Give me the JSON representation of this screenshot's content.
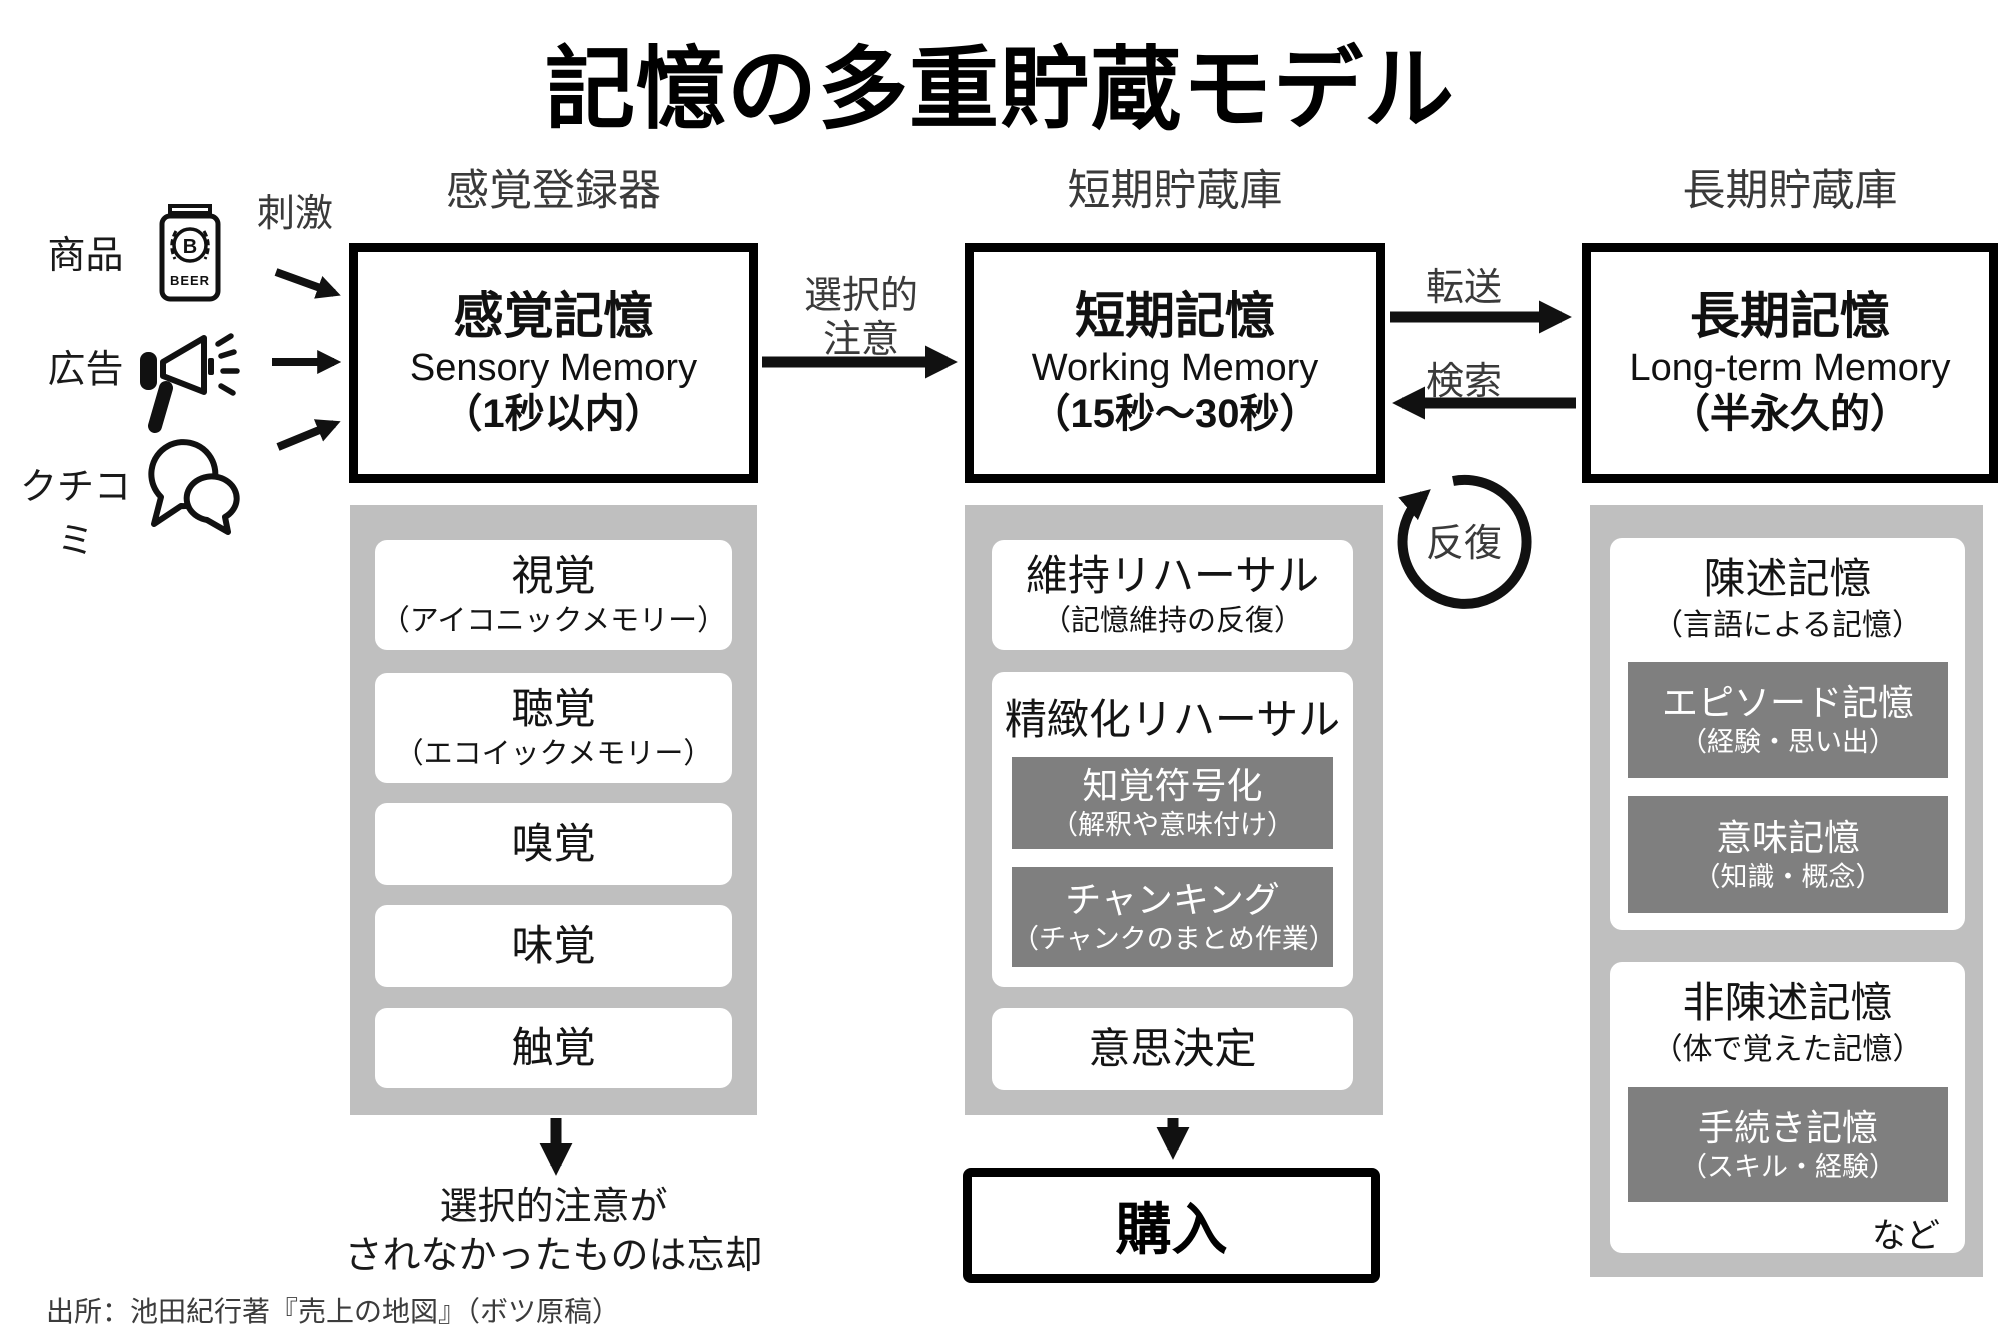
{
  "title": "記憶の多重貯蔵モデル",
  "source": "出所：池田紀行著『売上の地図』（ボツ原稿）",
  "colors": {
    "panel_gray": "#bfbfbf",
    "dark_gray": "#7f7f7f",
    "ink": "#111111"
  },
  "inputs": {
    "stimulus_label": "刺激",
    "items": [
      {
        "label": "商品",
        "icon": "beer-can-icon",
        "brand_letter": "B",
        "brand_word": "BEER"
      },
      {
        "label": "広告",
        "icon": "megaphone-icon"
      },
      {
        "label": "クチコミ",
        "icon": "speech-bubbles-icon"
      }
    ]
  },
  "flow_labels": {
    "selective_attention_line1": "選択的",
    "selective_attention_line2": "注意",
    "transfer": "転送",
    "retrieval": "検索",
    "repetition": "反復"
  },
  "columns": [
    {
      "header": "感覚登録器",
      "box": {
        "title": "感覚記憶",
        "subtitle": "Sensory Memory",
        "duration": "（1秒以内）"
      },
      "items": [
        {
          "title": "視覚",
          "note": "（アイコニックメモリー）"
        },
        {
          "title": "聴覚",
          "note": "（エコイックメモリー）"
        },
        {
          "title": "嗅覚"
        },
        {
          "title": "味覚"
        },
        {
          "title": "触覚"
        }
      ],
      "footer_line1": "選択的注意が",
      "footer_line2": "されなかったものは忘却"
    },
    {
      "header": "短期貯蔵庫",
      "box": {
        "title": "短期記憶",
        "subtitle": "Working Memory",
        "duration": "（15秒～30秒）"
      },
      "items": [
        {
          "title": "維持リハーサル",
          "note": "（記憶維持の反復）"
        },
        {
          "title": "精緻化リハーサル",
          "children": [
            {
              "title": "知覚符号化",
              "note": "（解釈や意味付け）"
            },
            {
              "title": "チャンキング",
              "note": "（チャンクのまとめ作業）"
            }
          ]
        },
        {
          "title": "意思決定"
        }
      ],
      "purchase_label": "購入"
    },
    {
      "header": "長期貯蔵庫",
      "box": {
        "title": "長期記憶",
        "subtitle": "Long-term Memory",
        "duration": "（半永久的）"
      },
      "items": [
        {
          "title": "陳述記憶",
          "note": "（言語による記憶）",
          "children": [
            {
              "title": "エピソード記憶",
              "note": "（経験・思い出）"
            },
            {
              "title": "意味記憶",
              "note": "（知識・概念）"
            }
          ]
        },
        {
          "title": "非陳述記憶",
          "note": "（体で覚えた記憶）",
          "children": [
            {
              "title": "手続き記憶",
              "note": "（スキル・経験）"
            }
          ],
          "suffix": "など"
        }
      ]
    }
  ]
}
